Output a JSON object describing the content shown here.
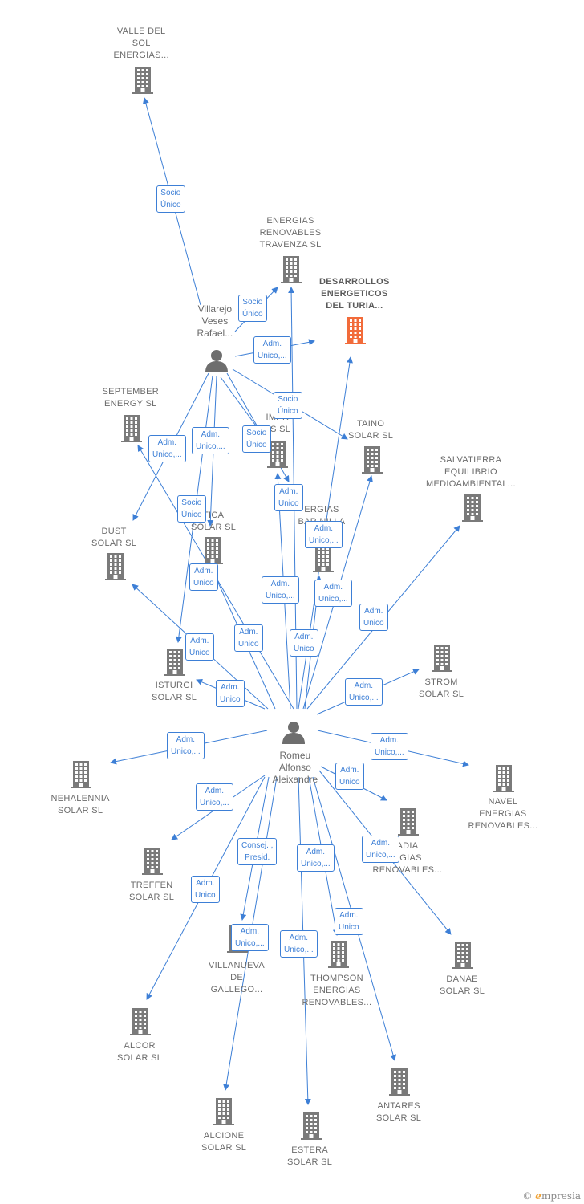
{
  "colors": {
    "edge": "#3d7fd6",
    "building": "#7a7a7a",
    "building_main": "#f26b3a",
    "person": "#6e6e6e"
  },
  "people": [
    {
      "id": "villarejo",
      "label": [
        "Villarejo",
        "Veses",
        "Rafael..."
      ]
    },
    {
      "id": "romeu",
      "label": [
        "Romeu",
        "Alfonso",
        "Aleixandre"
      ]
    }
  ],
  "companies": [
    {
      "id": "valle",
      "label": [
        "VALLE DEL",
        "SOL",
        "ENERGIAS..."
      ]
    },
    {
      "id": "travenza",
      "label": [
        "ENERGIAS",
        "RENOVABLES",
        "TRAVENZA SL"
      ]
    },
    {
      "id": "desarrollos",
      "label": [
        "DESARROLLOS",
        "ENERGETICOS",
        "DEL TURIA..."
      ],
      "main": true
    },
    {
      "id": "september",
      "label": [
        "SEPTEMBER",
        "ENERGY SL"
      ]
    },
    {
      "id": "impr",
      "label": [
        "IMPR",
        "YS SL"
      ]
    },
    {
      "id": "taino",
      "label": [
        "TAINO",
        "SOLAR SL"
      ]
    },
    {
      "id": "salvatierra",
      "label": [
        "SALVATIERRA",
        "EQUILIBRIO",
        "MEDIOAMBIENTAL..."
      ]
    },
    {
      "id": "dust",
      "label": [
        "DUST",
        "SOLAR SL"
      ]
    },
    {
      "id": "tica",
      "label": [
        "TICA",
        "SOLAR SL"
      ]
    },
    {
      "id": "bardanilla",
      "label": [
        "ERGIAS",
        "BAR NILLA"
      ]
    },
    {
      "id": "isturgi",
      "label": [
        "ISTURGI",
        "SOLAR SL"
      ]
    },
    {
      "id": "strom",
      "label": [
        "STROM",
        "SOLAR SL"
      ]
    },
    {
      "id": "nehalennia",
      "label": [
        "NEHALENNIA",
        "SOLAR SL"
      ]
    },
    {
      "id": "navel",
      "label": [
        "NAVEL",
        "ENERGIAS",
        "RENOVABLES..."
      ]
    },
    {
      "id": "treffen",
      "label": [
        "TREFFEN",
        "SOLAR SL"
      ]
    },
    {
      "id": "adia",
      "label": [
        "ADIA",
        "RGIAS",
        "RENOVABLES..."
      ]
    },
    {
      "id": "danae",
      "label": [
        "DANAE",
        "SOLAR SL"
      ]
    },
    {
      "id": "villanueva",
      "label": [
        "VILLANUEVA",
        "DE",
        "GALLEGO..."
      ]
    },
    {
      "id": "thompson",
      "label": [
        "THOMPSON",
        "ENERGIAS",
        "RENOVABLES..."
      ]
    },
    {
      "id": "alcor",
      "label": [
        "ALCOR",
        "SOLAR SL"
      ]
    },
    {
      "id": "antares",
      "label": [
        "ANTARES",
        "SOLAR SL"
      ]
    },
    {
      "id": "alcione",
      "label": [
        "ALCIONE",
        "SOLAR SL"
      ]
    },
    {
      "id": "estera",
      "label": [
        "ESTERA",
        "SOLAR SL"
      ]
    }
  ],
  "edge_labels": [
    [
      "Socio",
      "Único"
    ],
    [
      "Socio",
      "Único"
    ],
    [
      "Adm.",
      "Unico,..."
    ],
    [
      "Socio",
      "Único"
    ],
    [
      "Adm.",
      "Unico,..."
    ],
    [
      "Adm.",
      "Unico,..."
    ],
    [
      "Socio",
      "Único"
    ],
    [
      "Socio",
      "Único"
    ],
    [
      "Adm.",
      "Unico"
    ],
    [
      "Adm.",
      "Unico"
    ],
    [
      "Adm.",
      "Unico,..."
    ],
    [
      "Adm.",
      "Unico,..."
    ],
    [
      "Adm.",
      "Unico"
    ],
    [
      "Adm.",
      "Unico,..."
    ],
    [
      "Adm.",
      "Unico"
    ],
    [
      "Adm.",
      "Unico"
    ],
    [
      "Adm.",
      "Unico"
    ],
    [
      "Adm.",
      "Unico"
    ],
    [
      "Adm.",
      "Unico,..."
    ],
    [
      "Adm.",
      "Unico,..."
    ],
    [
      "Adm.",
      "Unico,..."
    ],
    [
      "Adm.",
      "Unico,..."
    ],
    [
      "Adm.",
      "Unico"
    ],
    [
      "Consej. ,",
      "Presid."
    ],
    [
      "Adm.",
      "Unico,..."
    ],
    [
      "Adm.",
      "Unico,..."
    ],
    [
      "Adm.",
      "Unico"
    ],
    [
      "Adm.",
      "Unico"
    ],
    [
      "Adm.",
      "Unico,..."
    ],
    [
      "Adm.",
      "Unico,..."
    ]
  ],
  "footer": {
    "copyright": "©",
    "brand_initial": "e",
    "brand_rest": "mpresia"
  }
}
